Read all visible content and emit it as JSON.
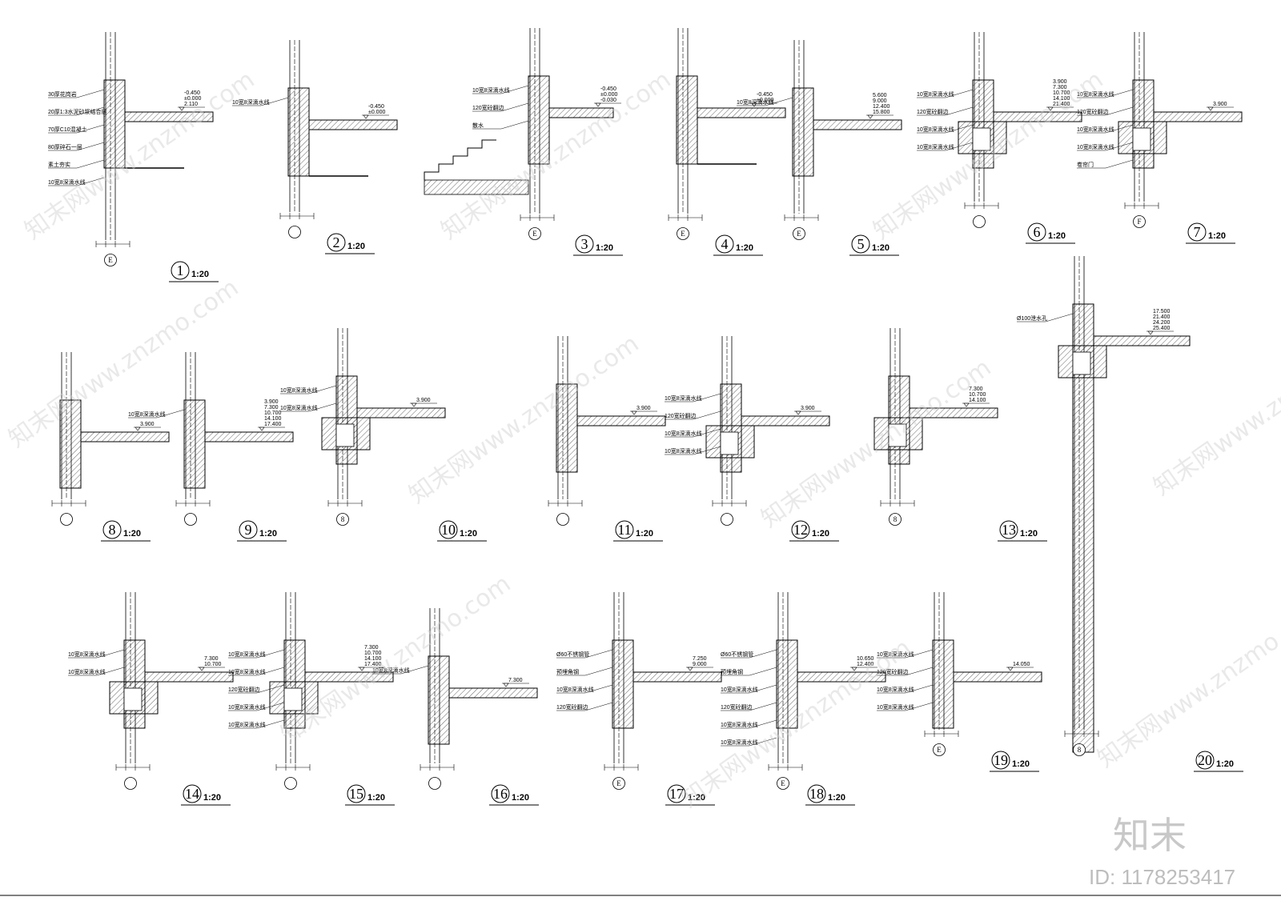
{
  "sheet": {
    "details": [
      {
        "no": "1",
        "scale": "1:20",
        "axis": "E",
        "levels": [
          "2.110",
          "±0.000",
          "-0.450"
        ],
        "notes": [
          "30厚花岗岩",
          "20厚1:3水泥砂浆结合层",
          "70厚C10混凝土",
          "80厚碎石一层",
          "素土夯实",
          "10宽8深滴水线"
        ]
      },
      {
        "no": "2",
        "scale": "1:20",
        "axis": "",
        "levels": [
          "±0.000",
          "-0.450"
        ],
        "notes": [
          "10宽8深滴水线"
        ]
      },
      {
        "no": "3",
        "scale": "1:20",
        "axis": "E",
        "levels": [
          "-0.030",
          "±0.000",
          "-0.450"
        ],
        "notes": [
          "10宽8深滴水线",
          "120宽砼翻边",
          "散水"
        ]
      },
      {
        "no": "4",
        "scale": "1:20",
        "axis": "E",
        "levels": [
          "±0.000",
          "-0.450"
        ],
        "notes": []
      },
      {
        "no": "5",
        "scale": "1:20",
        "axis": "E",
        "levels": [
          "15.800",
          "12.400",
          "9.000",
          "5.600"
        ],
        "notes": [
          "10宽8深滴水线"
        ]
      },
      {
        "no": "6",
        "scale": "1:20",
        "axis": "",
        "levels": [
          "21.400",
          "14.100",
          "10.700",
          "7.300",
          "3.900"
        ],
        "notes": [
          "10宽8深滴水线",
          "120宽砼翻边",
          "10宽8深滴水线",
          "10宽8深滴水线"
        ]
      },
      {
        "no": "7",
        "scale": "1:20",
        "axis": "F",
        "levels": [
          "3.900"
        ],
        "notes": [
          "10宽8深滴水线",
          "120宽砼翻边",
          "10宽8深滴水线",
          "10宽8深滴水线",
          "卷帘门"
        ]
      },
      {
        "no": "8",
        "scale": "1:20",
        "axis": "",
        "levels": [
          "3.900"
        ],
        "notes": []
      },
      {
        "no": "9",
        "scale": "1:20",
        "axis": "",
        "levels": [
          "17.400",
          "14.100",
          "10.700",
          "7.300",
          "3.900"
        ],
        "notes": [
          "10宽8深滴水线"
        ]
      },
      {
        "no": "10",
        "scale": "1:20",
        "axis": "8",
        "levels": [
          "3.900"
        ],
        "notes": [
          "10宽8深滴水线",
          "10宽8深滴水线"
        ]
      },
      {
        "no": "11",
        "scale": "1:20",
        "axis": "",
        "levels": [
          "3.900"
        ],
        "notes": []
      },
      {
        "no": "12",
        "scale": "1:20",
        "axis": "",
        "levels": [
          "3.900"
        ],
        "notes": [
          "10宽8深滴水线",
          "120宽砼翻边",
          "10宽8深滴水线",
          "10宽8深滴水线"
        ]
      },
      {
        "no": "13",
        "scale": "1:20",
        "axis": "8",
        "levels": [
          "14.100",
          "10.700",
          "7.300"
        ],
        "notes": []
      },
      {
        "no": "14",
        "scale": "1:20",
        "axis": "",
        "levels": [
          "10.700",
          "7.300"
        ],
        "notes": [
          "10宽8深滴水线",
          "10宽8深滴水线"
        ]
      },
      {
        "no": "15",
        "scale": "1:20",
        "axis": "",
        "levels": [
          "17.400",
          "14.100",
          "10.700",
          "7.300"
        ],
        "notes": [
          "10宽8深滴水线",
          "10宽8深滴水线",
          "120宽砼翻边",
          "10宽8深滴水线",
          "10宽8深滴水线"
        ]
      },
      {
        "no": "16",
        "scale": "1:20",
        "axis": "",
        "levels": [
          "7.300"
        ],
        "notes": [
          "10宽8深滴水线"
        ]
      },
      {
        "no": "17",
        "scale": "1:20",
        "axis": "E",
        "levels": [
          "9.000",
          "7.250"
        ],
        "notes": [
          "Ø60不锈钢管",
          "预埋角钢",
          "10宽8深滴水线",
          "120宽砼翻边"
        ]
      },
      {
        "no": "18",
        "scale": "1:20",
        "axis": "E",
        "levels": [
          "12.400",
          "10.650"
        ],
        "notes": [
          "Ø60不锈钢管",
          "预埋角钢",
          "10宽8深滴水线",
          "120宽砼翻边",
          "10宽8深滴水线",
          "10宽8深滴水线"
        ]
      },
      {
        "no": "19",
        "scale": "1:20",
        "axis": "E",
        "levels": [
          "14.050"
        ],
        "notes": [
          "10宽8深滴水线",
          "120宽砼翻边",
          "10宽8深滴水线",
          "10宽8深滴水线"
        ]
      },
      {
        "no": "20",
        "scale": "1:20",
        "axis": "8",
        "levels": [
          "25.400",
          "24.200",
          "21.400",
          "17.500"
        ],
        "notes": [
          "Ø100泄水孔"
        ]
      }
    ]
  },
  "watermark": {
    "text": "知末网www.znzmo.com",
    "brand": "知末",
    "id_label": "ID: 1178253417"
  },
  "colors": {
    "line": "#000000",
    "watermark": "#c8c8c8"
  }
}
